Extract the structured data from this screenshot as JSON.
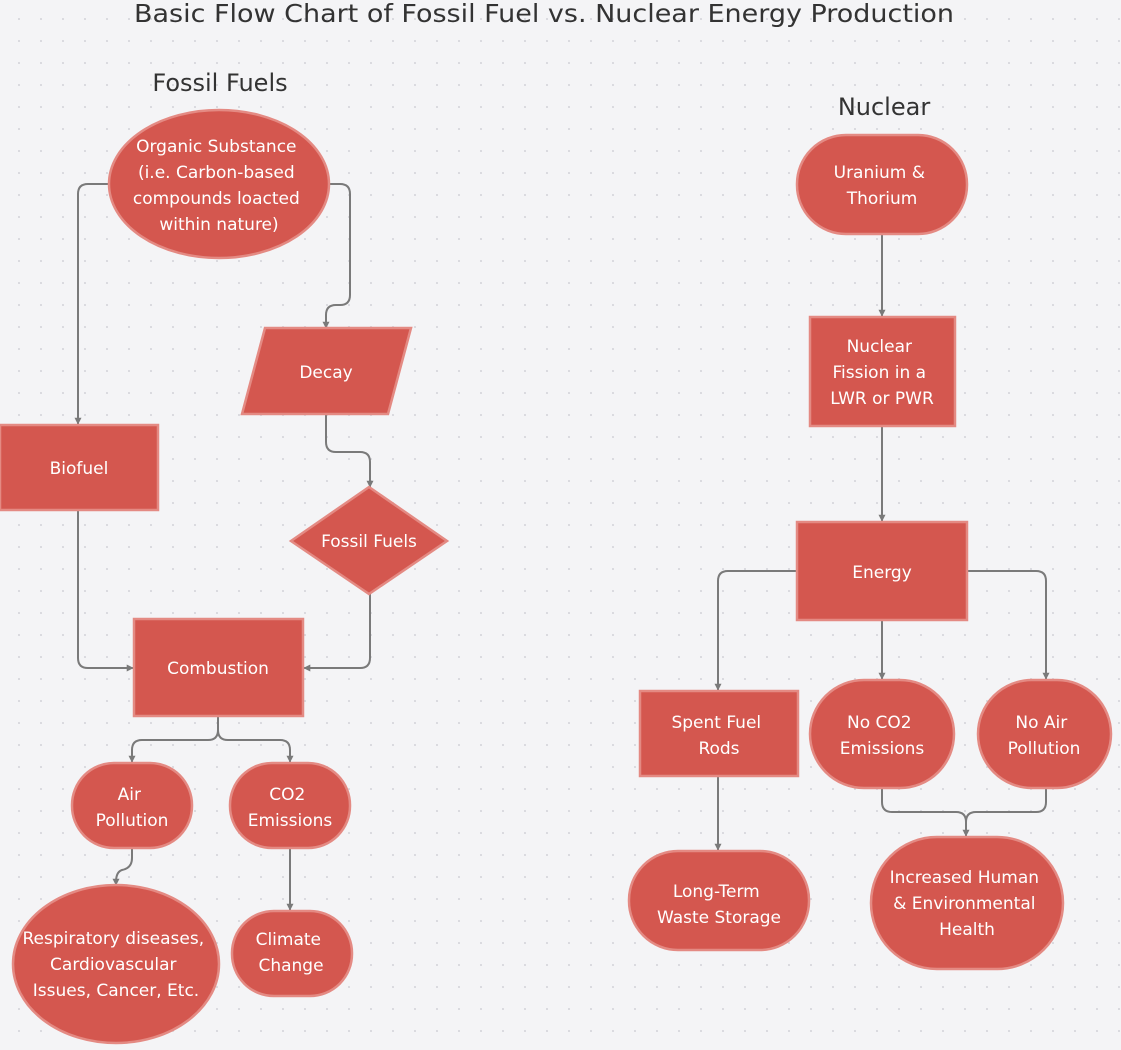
{
  "title": "Basic Flow Chart of Fossil Fuel vs. Nuclear Energy Production",
  "sections": {
    "fossil": "Fossil Fuels",
    "nuclear": "Nuclear"
  },
  "nodes": {
    "organic": [
      "Organic Substance",
      "(i.e. Carbon-based",
      "compounds loacted",
      "within nature)"
    ],
    "decay": [
      "Decay"
    ],
    "biofuel": [
      "Biofuel"
    ],
    "fossil_fuels": [
      "Fossil Fuels"
    ],
    "combustion": [
      "Combustion"
    ],
    "air_pollution": [
      "Air",
      "Pollution"
    ],
    "co2_emissions": [
      "CO2",
      "Emissions"
    ],
    "respiratory": [
      "Respiratory diseases,",
      "Cardiovascular",
      "Issues, Cancer, Etc."
    ],
    "climate_change": [
      "Climate",
      "Change"
    ],
    "uranium": [
      "Uranium &",
      "Thorium"
    ],
    "fission": [
      "Nuclear",
      "Fission in a",
      "LWR or PWR"
    ],
    "energy": [
      "Energy"
    ],
    "spent_fuel": [
      "Spent Fuel",
      "Rods"
    ],
    "no_co2": [
      "No CO2",
      "Emissions"
    ],
    "no_air": [
      "No Air",
      "Pollution"
    ],
    "waste_storage": [
      "Long-Term",
      "Waste Storage"
    ],
    "health": [
      "Increased Human",
      "& Environmental",
      "Health"
    ]
  },
  "colors": {
    "node_fill": "#d4574f",
    "node_border": "#e48a83",
    "connector": "#7a7a7a",
    "text": "#333333"
  }
}
